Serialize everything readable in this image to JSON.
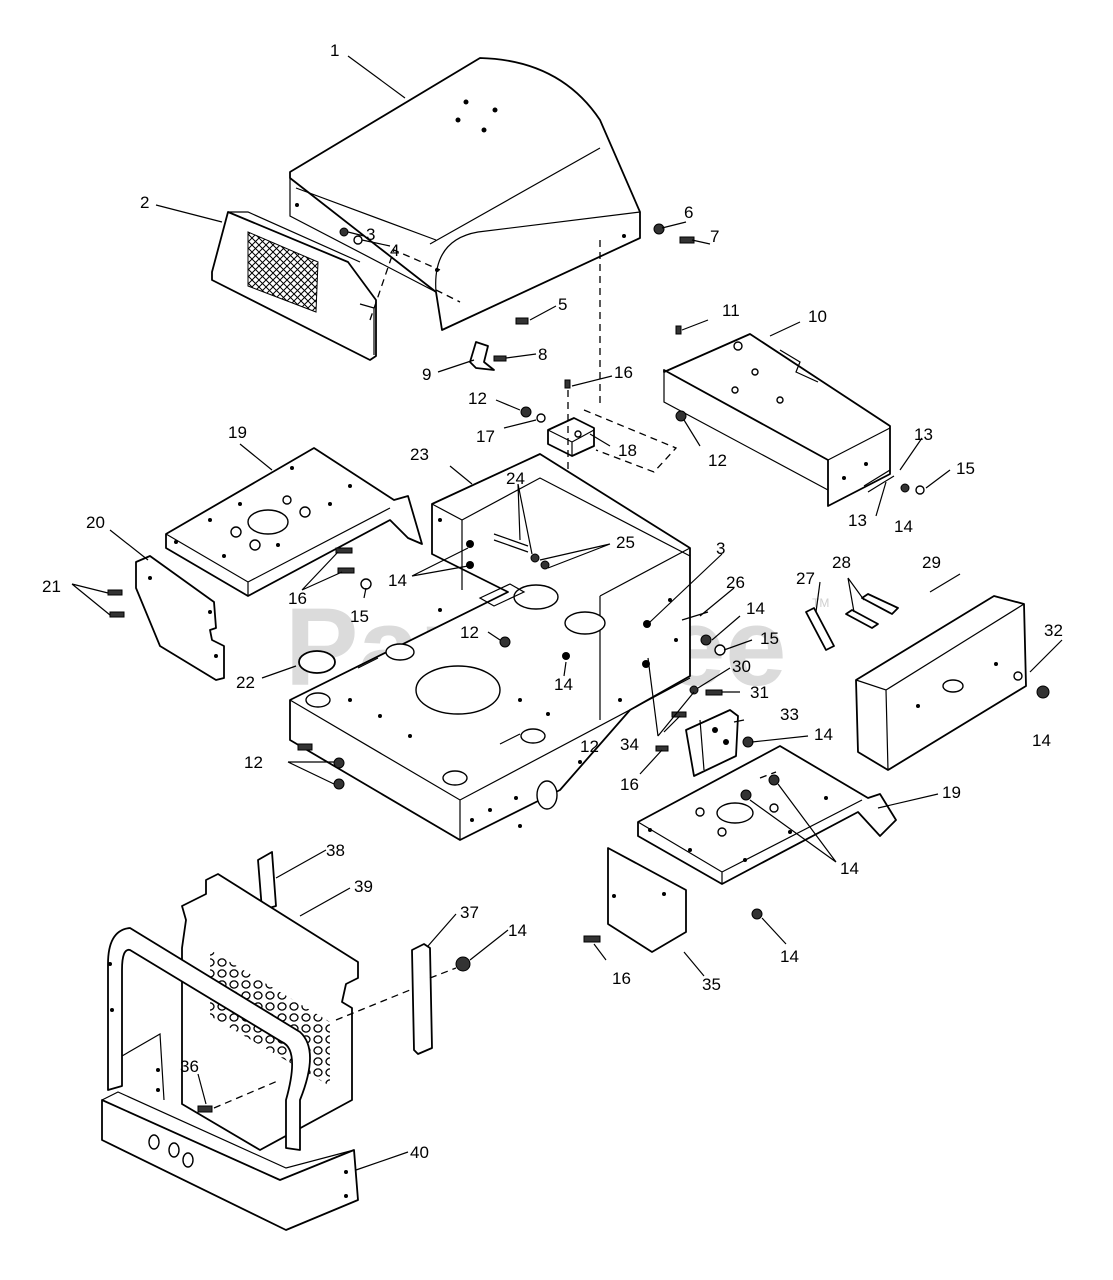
{
  "watermark": {
    "text": "PartsTree",
    "trademark": "TM"
  },
  "callouts": [
    {
      "id": "c1",
      "label": "1"
    },
    {
      "id": "c2",
      "label": "2"
    },
    {
      "id": "c3a",
      "label": "3"
    },
    {
      "id": "c4",
      "label": "4"
    },
    {
      "id": "c5",
      "label": "5"
    },
    {
      "id": "c6",
      "label": "6"
    },
    {
      "id": "c7",
      "label": "7"
    },
    {
      "id": "c8",
      "label": "8"
    },
    {
      "id": "c9",
      "label": "9"
    },
    {
      "id": "c10",
      "label": "10"
    },
    {
      "id": "c11",
      "label": "11"
    },
    {
      "id": "c12a",
      "label": "12"
    },
    {
      "id": "c12b",
      "label": "12"
    },
    {
      "id": "c12c",
      "label": "12"
    },
    {
      "id": "c12d",
      "label": "12"
    },
    {
      "id": "c12e",
      "label": "12"
    },
    {
      "id": "c13a",
      "label": "13"
    },
    {
      "id": "c13b",
      "label": "13"
    },
    {
      "id": "c14a",
      "label": "14"
    },
    {
      "id": "c14b",
      "label": "14"
    },
    {
      "id": "c14c",
      "label": "14"
    },
    {
      "id": "c14d",
      "label": "14"
    },
    {
      "id": "c14e",
      "label": "14"
    },
    {
      "id": "c14f",
      "label": "14"
    },
    {
      "id": "c14g",
      "label": "14"
    },
    {
      "id": "c14h",
      "label": "14"
    },
    {
      "id": "c14i",
      "label": "14"
    },
    {
      "id": "c14j",
      "label": "14"
    },
    {
      "id": "c15a",
      "label": "15"
    },
    {
      "id": "c15b",
      "label": "15"
    },
    {
      "id": "c15c",
      "label": "15"
    },
    {
      "id": "c16a",
      "label": "16"
    },
    {
      "id": "c16b",
      "label": "16"
    },
    {
      "id": "c16c",
      "label": "16"
    },
    {
      "id": "c16d",
      "label": "16"
    },
    {
      "id": "c17",
      "label": "17"
    },
    {
      "id": "c18",
      "label": "18"
    },
    {
      "id": "c19a",
      "label": "19"
    },
    {
      "id": "c19b",
      "label": "19"
    },
    {
      "id": "c20",
      "label": "20"
    },
    {
      "id": "c21",
      "label": "21"
    },
    {
      "id": "c22",
      "label": "22"
    },
    {
      "id": "c23",
      "label": "23"
    },
    {
      "id": "c24",
      "label": "24"
    },
    {
      "id": "c25",
      "label": "25"
    },
    {
      "id": "c3b",
      "label": "3"
    },
    {
      "id": "c26",
      "label": "26"
    },
    {
      "id": "c27",
      "label": "27"
    },
    {
      "id": "c28",
      "label": "28"
    },
    {
      "id": "c29",
      "label": "29"
    },
    {
      "id": "c30",
      "label": "30"
    },
    {
      "id": "c31",
      "label": "31"
    },
    {
      "id": "c32",
      "label": "32"
    },
    {
      "id": "c33",
      "label": "33"
    },
    {
      "id": "c34",
      "label": "34"
    },
    {
      "id": "c35",
      "label": "35"
    },
    {
      "id": "c36",
      "label": "36"
    },
    {
      "id": "c37",
      "label": "37"
    },
    {
      "id": "c38",
      "label": "38"
    },
    {
      "id": "c39",
      "label": "39"
    },
    {
      "id": "c40",
      "label": "40"
    }
  ]
}
